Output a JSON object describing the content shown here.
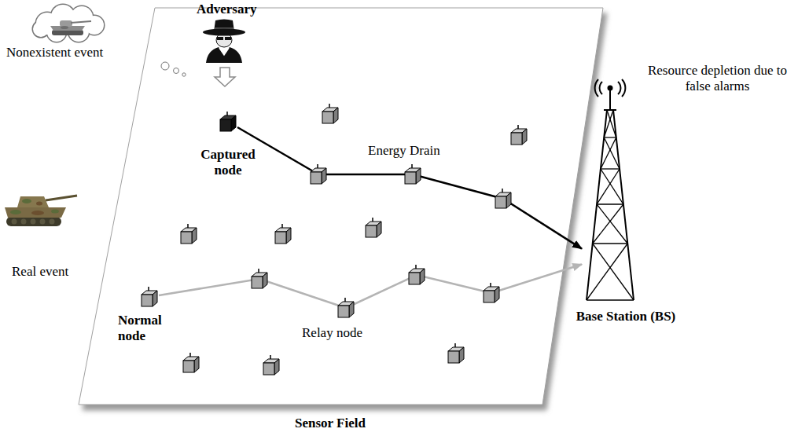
{
  "diagram": {
    "nodes": [
      {
        "text": [
          "Sensor Field"
        ]
      },
      {
        "text": [
          "Captured node"
        ],
        "in": 0
      },
      {
        "text": [
          "Normal node"
        ],
        "in": 0
      },
      {
        "text": [
          "Base Station (BS)",
          "Resource depletion due to false alarms"
        ]
      }
    ],
    "edges": [
      {
        "from": 1,
        "to": 3,
        "arrow": "to",
        "label": "Energy Drain"
      },
      {
        "from": 2,
        "to": 3,
        "arrow": "to"
      }
    ],
    "labels": [
      "Adversary",
      "Nonexistent event",
      "Real event",
      "Relay node"
    ]
  }
}
